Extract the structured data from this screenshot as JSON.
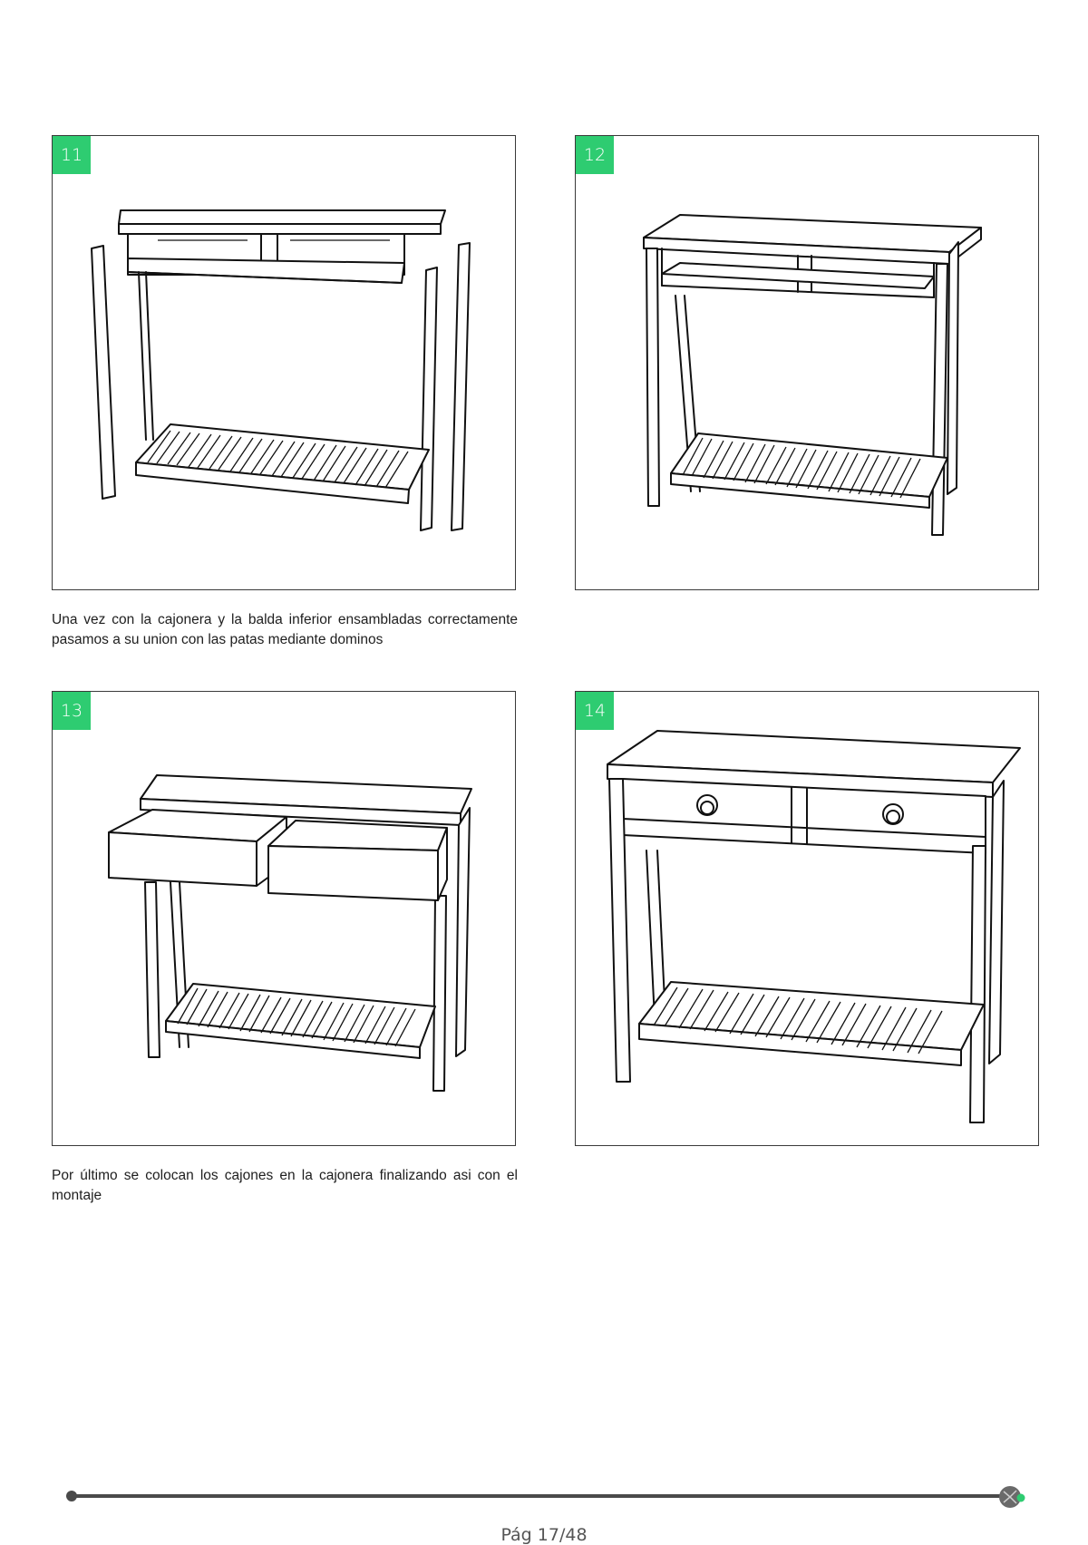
{
  "steps": [
    {
      "number": "11",
      "caption": "Una vez con la cajonera y la balda inferior ensambladas correctamente pasamos a su union con las patas mediante dominos"
    },
    {
      "number": "12",
      "caption": ""
    },
    {
      "number": "13",
      "caption": "Por último se colocan los cajones en la cajonera finalizando asi con el montaje"
    },
    {
      "number": "14",
      "caption": ""
    }
  ],
  "footer": {
    "page": "Pág 17/48"
  },
  "colors": {
    "accent": "#2ecc71",
    "border": "#3a3a3a",
    "footer_line": "#4a4a4a"
  }
}
